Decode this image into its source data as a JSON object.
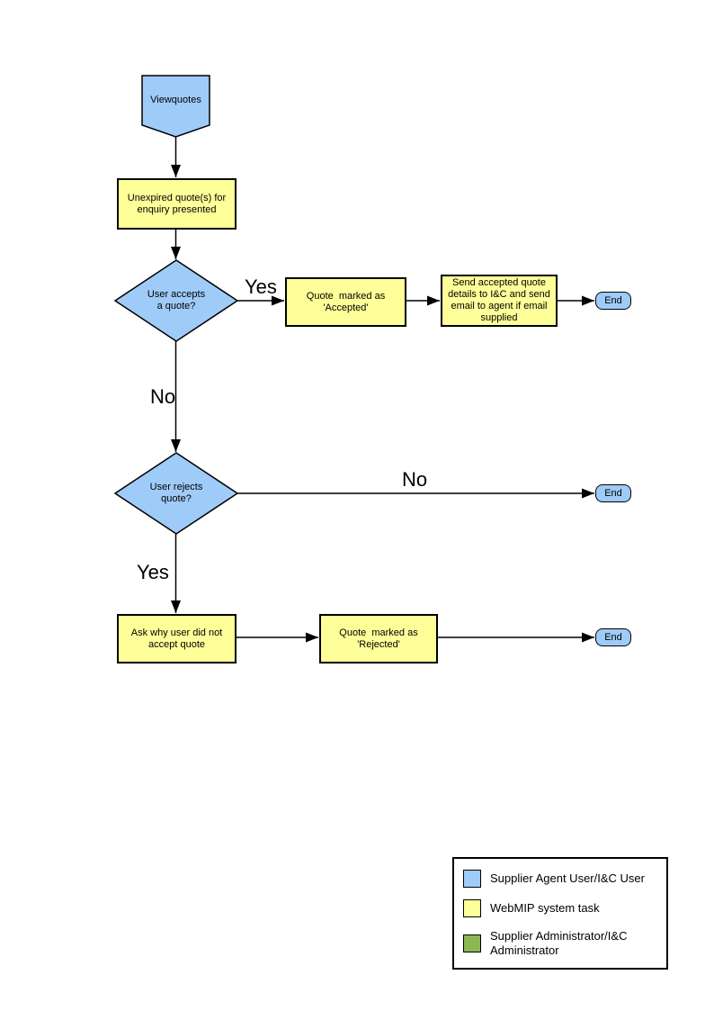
{
  "flowchart": {
    "start": {
      "label": "Viewquotes"
    },
    "present_quotes": {
      "label": "Unexpired quote(s) for\nenquiry presented"
    },
    "accept_decision": {
      "label": "User accepts\na quote?"
    },
    "marked_accepted": {
      "label": "Quote  marked as\n'Accepted'"
    },
    "send_details": {
      "label": "Send accepted quote\ndetails to I&C and send\nemail to agent if email\nsupplied"
    },
    "reject_decision": {
      "label": "User rejects\nquote?"
    },
    "ask_why": {
      "label": "Ask why user did not\naccept quote"
    },
    "marked_rejected": {
      "label": "Quote  marked as\n'Rejected'"
    },
    "end_accept": {
      "label": "End"
    },
    "end_no_reject": {
      "label": "End"
    },
    "end_reject": {
      "label": "End"
    },
    "edge_labels": {
      "accept_yes": "Yes",
      "accept_no": "No",
      "reject_no": "No",
      "reject_yes": "Yes"
    }
  },
  "colors": {
    "actor_user": "#9FCBF8",
    "system_task": "#FFFF99",
    "admin": "#8CB652",
    "line": "#000000",
    "background": "#FFFFFF"
  },
  "legend": {
    "items": [
      {
        "color": "#9FCBF8",
        "label": "Supplier Agent User/I&C User"
      },
      {
        "color": "#FFFF99",
        "label": "WebMIP system task"
      },
      {
        "color": "#8CB652",
        "label": "Supplier Administrator/I&C\nAdministrator"
      }
    ]
  }
}
